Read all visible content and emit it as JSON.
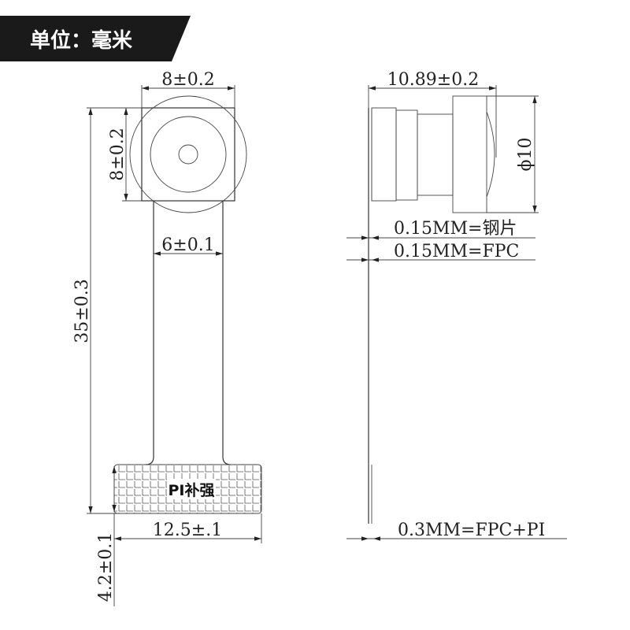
{
  "header": {
    "unit_label": "单位：毫米"
  },
  "front_view": {
    "width_label": "8±0.2",
    "height_label": "8±0.2",
    "stem_width_label": "6±0.1",
    "total_length_label": "35±0.3",
    "pad_label": "PI补强",
    "pad_width_label": "12.5±.1",
    "pad_height_label": "4.2±0.1"
  },
  "side_view": {
    "length_label": "10.89±0.2",
    "diameter_label": "ϕ10",
    "steel_label": "0.15MM=钢片",
    "fpc_label": "0.15MM=FPC",
    "fpc_pi_label": "0.3MM=FPC+PI"
  },
  "colors": {
    "banner": "#1a1a1a",
    "line": "#333333"
  }
}
